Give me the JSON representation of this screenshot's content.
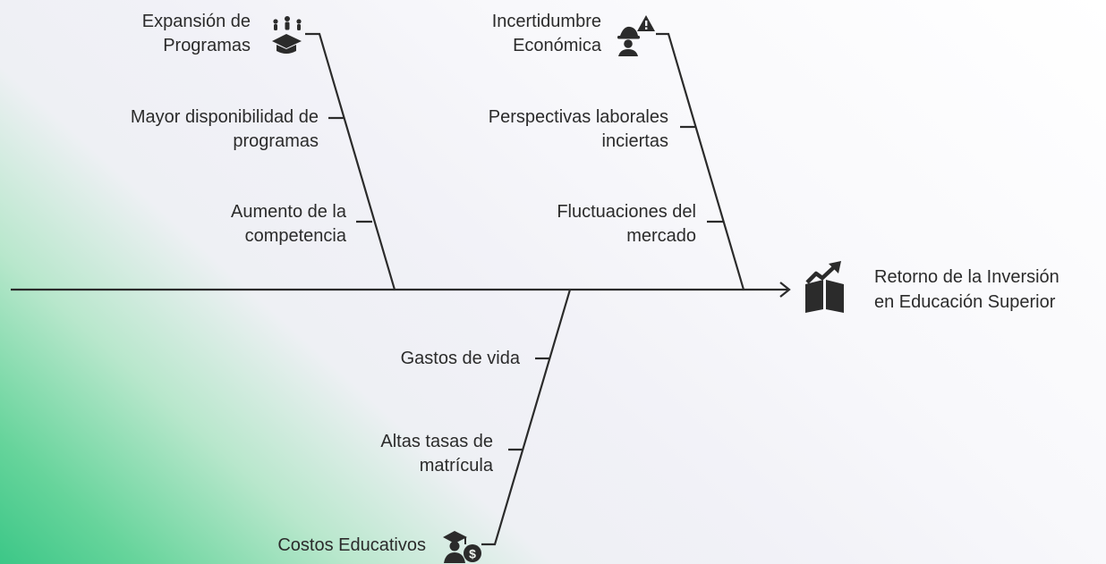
{
  "diagram": {
    "effect": [
      "Retorno de la Inversión",
      "en Educación Superior"
    ],
    "categories": [
      {
        "title": [
          "Expansión de",
          "Programas"
        ],
        "icon": "graduation-cap-icon",
        "causes": [
          [
            "Mayor disponibilidad de",
            "programas"
          ],
          [
            "Aumento de la",
            "competencia"
          ]
        ]
      },
      {
        "title": [
          "Incertidumbre",
          "Económica"
        ],
        "icon": "worker-warning-icon",
        "causes": [
          [
            "Perspectivas laborales",
            "inciertas"
          ],
          [
            "Fluctuaciones del",
            "mercado"
          ]
        ]
      },
      {
        "title": [
          "Costos Educativos"
        ],
        "icon": "graduate-dollar-icon",
        "causes": [
          [
            "Gastos de vida"
          ],
          [
            "Altas tasas de",
            "matrícula"
          ]
        ]
      }
    ],
    "colors": {
      "line": "#2b2b2b",
      "text": "#2b2b2b",
      "gradient_accent": "#3cc787"
    }
  }
}
